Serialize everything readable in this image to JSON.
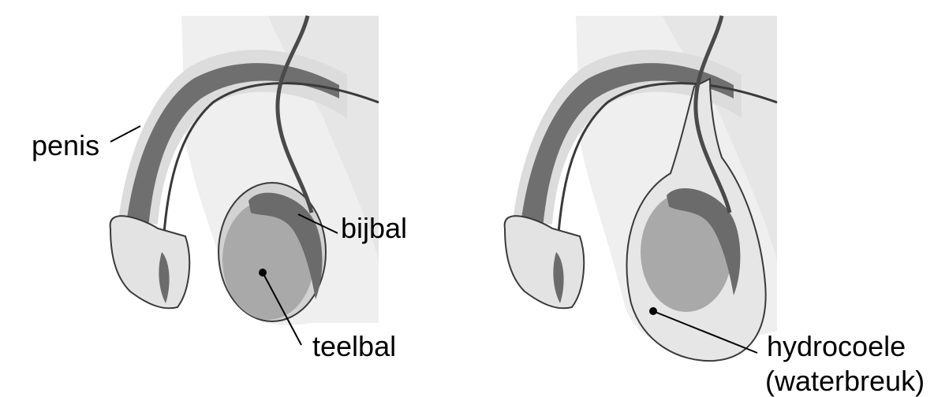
{
  "labels": {
    "penis": "penis",
    "bijbal": "bijbal",
    "teelbal": "teelbal",
    "hydrocoele_line1": "hydrocoele",
    "hydrocoele_line2": "(waterbreuk)"
  },
  "colors": {
    "background_body": "#eeeeee",
    "body_light": "#e2e2e2",
    "tissue_light": "#d9d9d9",
    "tissue_mid": "#bdbdbd",
    "tissue_testis": "#a9a9a9",
    "tissue_dark": "#6b6b6b",
    "outline": "#3a3a3a",
    "fluid": "#e6e6e6",
    "leader": "#000000"
  }
}
